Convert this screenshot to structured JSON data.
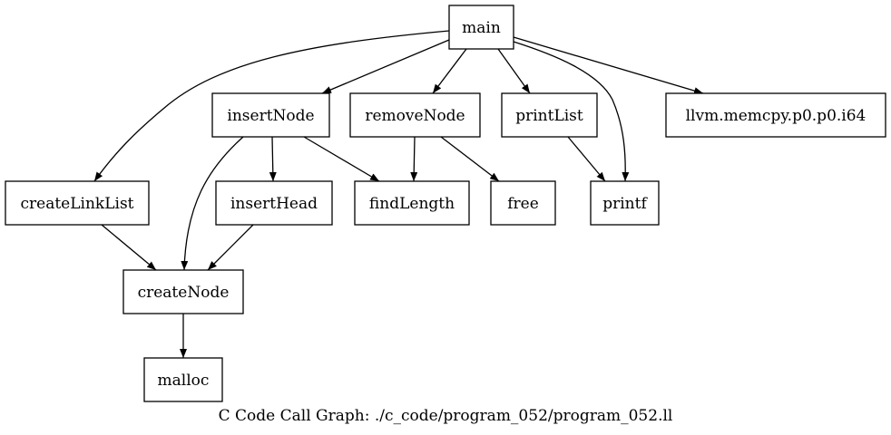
{
  "caption": "C Code Call Graph: ./c_code/program_052/program_052.ll",
  "nodes": {
    "main": "main",
    "insertNode": "insertNode",
    "removeNode": "removeNode",
    "printList": "printList",
    "llvm_memcpy": "llvm.memcpy.p0.p0.i64",
    "createLinkList": "createLinkList",
    "insertHead": "insertHead",
    "findLength": "findLength",
    "free": "free",
    "printf": "printf",
    "createNode": "createNode",
    "malloc": "malloc"
  },
  "edges": [
    {
      "from": "main",
      "to": "createLinkList"
    },
    {
      "from": "main",
      "to": "insertNode"
    },
    {
      "from": "main",
      "to": "removeNode"
    },
    {
      "from": "main",
      "to": "printList"
    },
    {
      "from": "main",
      "to": "printf"
    },
    {
      "from": "main",
      "to": "llvm.memcpy.p0.p0.i64"
    },
    {
      "from": "insertNode",
      "to": "createNode"
    },
    {
      "from": "insertNode",
      "to": "insertHead"
    },
    {
      "from": "insertNode",
      "to": "findLength"
    },
    {
      "from": "removeNode",
      "to": "findLength"
    },
    {
      "from": "removeNode",
      "to": "free"
    },
    {
      "from": "printList",
      "to": "printf"
    },
    {
      "from": "createLinkList",
      "to": "createNode"
    },
    {
      "from": "insertHead",
      "to": "createNode"
    },
    {
      "from": "createNode",
      "to": "malloc"
    }
  ]
}
